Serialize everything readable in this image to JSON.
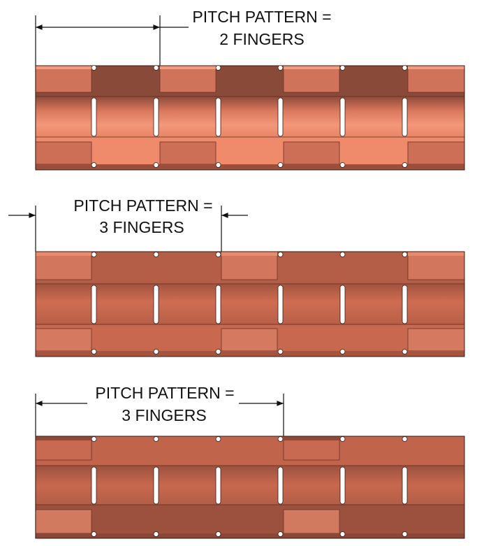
{
  "diagrams": [
    {
      "label_line1": "PITCH PATTERN =",
      "label_line2": "2 FINGERS",
      "pitch_fingers": 2,
      "finger_count": 7
    },
    {
      "label_line1": "PITCH PATTERN =",
      "label_line2": "3 FINGERS",
      "pitch_fingers": 3,
      "finger_count": 7
    },
    {
      "label_line1": "PITCH PATTERN =",
      "label_line2": "3 FINGERS",
      "pitch_fingers": 3,
      "finger_count": 7
    }
  ],
  "colors": {
    "copper_light": "#f08a6a",
    "copper_mid": "#c96a52",
    "copper_dark": "#8a4a3a",
    "outline": "#3a1a12"
  }
}
